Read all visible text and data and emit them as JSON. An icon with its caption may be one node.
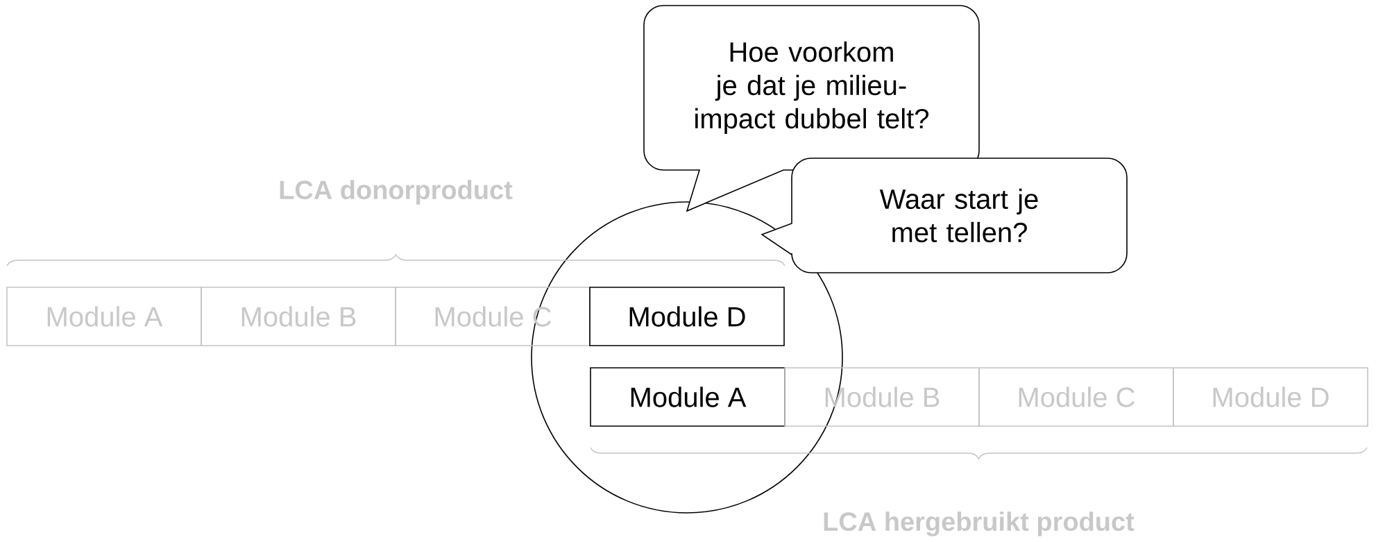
{
  "diagram": {
    "nodes": [
      {
        "text": [
          "Hoe voorkom je dat je milieu-impact dubbel telt?"
        ]
      },
      {
        "text": [
          "Waar start je met tellen?"
        ]
      },
      {
        "text": [
          "Module A"
        ]
      },
      {
        "text": [
          "Module B"
        ]
      },
      {
        "text": [
          "Module C"
        ]
      },
      {
        "text": [
          "Module D"
        ]
      },
      {
        "text": [
          "Module A"
        ]
      },
      {
        "text": [
          "Module B"
        ]
      },
      {
        "text": [
          "Module C"
        ]
      },
      {
        "text": [
          "Module D"
        ]
      }
    ],
    "labels": [
      "LCA donorproduct",
      "LCA hergebruikt product"
    ]
  }
}
